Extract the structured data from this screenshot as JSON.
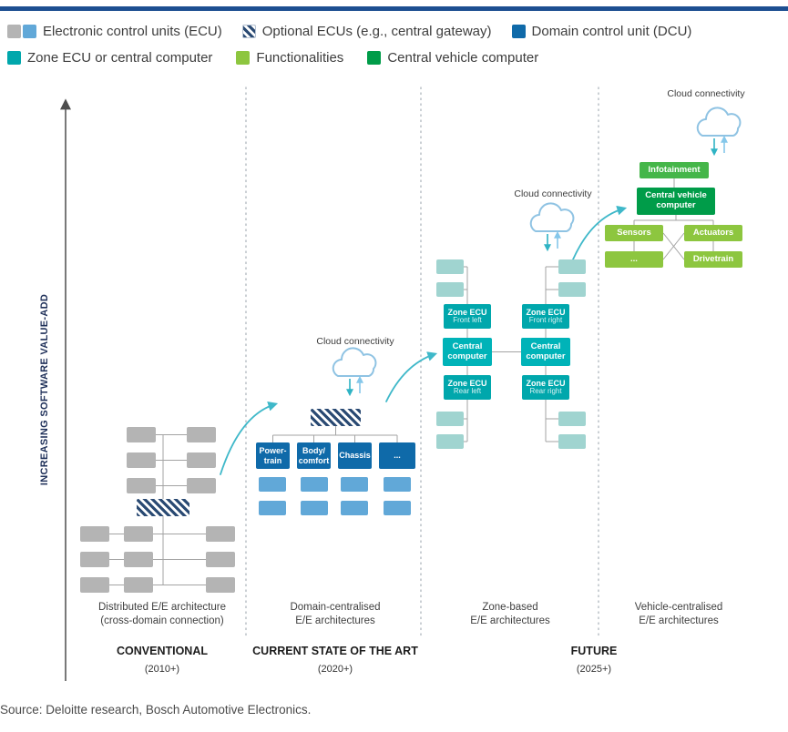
{
  "legend": {
    "row1": [
      {
        "label": "Electronic control units (ECU)"
      },
      {
        "label": "Optional ECUs (e.g., central gateway)"
      },
      {
        "label": "Domain control unit (DCU)"
      }
    ],
    "row2": [
      {
        "label": "Zone ECU or central computer"
      },
      {
        "label": "Functionalities"
      },
      {
        "label": "Central vehicle computer"
      }
    ]
  },
  "axis": {
    "label": "INCREASING SOFTWARE VALUE-ADD"
  },
  "cloud": {
    "label": "Cloud connectivity"
  },
  "columns": {
    "conventional": {
      "desc1": "Distributed E/E architecture",
      "desc2": "(cross-domain connection)",
      "era": "CONVENTIONAL",
      "period": "(2010+)"
    },
    "domain": {
      "desc1": "Domain-centralised",
      "desc2": "E/E architectures",
      "era": "CURRENT STATE OF THE ART",
      "period": "(2020+)",
      "dcus": [
        {
          "line1": "Power-",
          "line2": "train"
        },
        {
          "line1": "Body/",
          "line2": "comfort"
        },
        {
          "line1": "Chassis",
          "line2": ""
        },
        {
          "line1": "...",
          "line2": ""
        }
      ]
    },
    "zone": {
      "desc1": "Zone-based",
      "desc2": "E/E architectures",
      "nodes": [
        {
          "line1": "Zone ECU",
          "line2": "Front left"
        },
        {
          "line1": "Zone ECU",
          "line2": "Front right"
        },
        {
          "line1": "Central",
          "line2": "computer"
        },
        {
          "line1": "Central",
          "line2": "computer"
        },
        {
          "line1": "Zone ECU",
          "line2": "Rear left"
        },
        {
          "line1": "Zone ECU",
          "line2": "Rear right"
        }
      ]
    },
    "vehicle": {
      "desc1": "Vehicle-centralised",
      "desc2": "E/E architectures",
      "infotainment": "Infotainment",
      "cvc1": "Central vehicle",
      "cvc2": "computer",
      "sensors": "Sensors",
      "actuators": "Actuators",
      "more": "...",
      "drivetrain": "Drivetrain"
    },
    "future": {
      "era": "FUTURE",
      "period": "(2025+)"
    }
  },
  "source": "Source: Deloitte research, Bosch Automotive Electronics.",
  "colors": {
    "top_bar": "#1d4f91",
    "ecu_gray": "#b4b4b4",
    "ecu_blue": "#61a8d8",
    "ecu_pale_teal": "#a0d4d0",
    "hatch_navy": "#2a4a73",
    "dcu_blue": "#0f6aa9",
    "zone_teal": "#00a7ac",
    "central_teal": "#00b3b8",
    "functionalities_green": "#8dc63f",
    "central_vehicle_green": "#009c49",
    "infotainment_green": "#45b649",
    "arrow_teal": "#3fb8c9"
  }
}
